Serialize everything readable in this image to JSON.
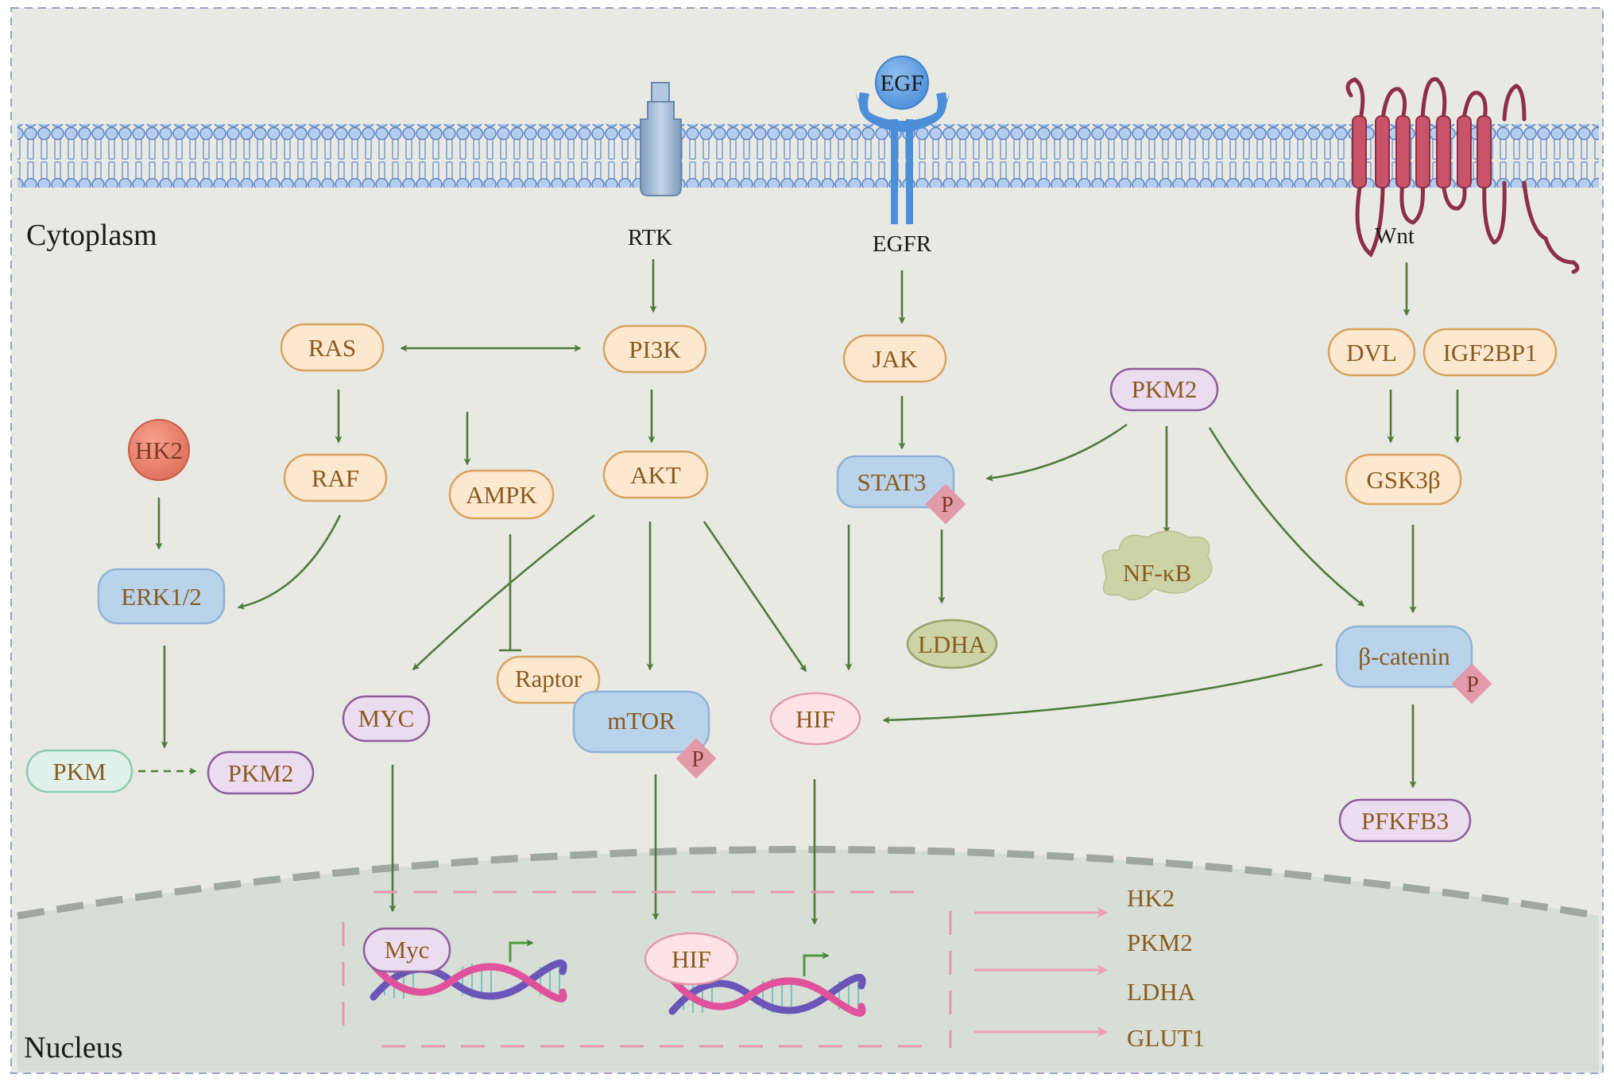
{
  "regions": {
    "cytoplasm": "Cytoplasm",
    "nucleus": "Nucleus"
  },
  "receptors": {
    "rtk": "RTK",
    "egf": "EGF",
    "egfr": "EGFR",
    "wnt": "Wnt"
  },
  "nodes": {
    "ras": "RAS",
    "pi3k": "PI3K",
    "jak": "JAK",
    "pkm2_top": "PKM2",
    "dvl": "DVL",
    "igf2bp1": "IGF2BP1",
    "hk2": "HK2",
    "raf": "RAF",
    "ampk": "AMPK",
    "akt": "AKT",
    "stat3": "STAT3",
    "gsk3b": "GSK3β",
    "erk": "ERK1/2",
    "nfkb": "NF-κB",
    "ldha_cyto": "LDHA",
    "beta_catenin": "β-catenin",
    "raptor": "Raptor",
    "myc": "MYC",
    "mtor": "mTOR",
    "hif": "HIF",
    "pkm": "PKM",
    "pkm2_left": "PKM2",
    "pfkfb3": "PFKFB3",
    "myc_nuc": "Myc",
    "hif_nuc": "HIF",
    "phospho": "P"
  },
  "target_genes": [
    "HK2",
    "PKM2",
    "LDHA",
    "GLUT1"
  ],
  "colors": {
    "background": "#e8e9e3",
    "nucleus": "#d6ded5",
    "arrow": "#4f7a3a",
    "orange_node": "#fbe8cf",
    "orange_border": "#d9a25d",
    "blue_node": "#b9d3eb",
    "blue_border": "#8fb2d6",
    "purple_node": "#ecdcf0",
    "purple_border": "#8d5c9e",
    "pink_node": "#fde3e6",
    "pink_border": "#e59aa8",
    "phospho": "#e39aa8",
    "membrane": "#7b9fd4",
    "wnt": "#b84a5c"
  }
}
